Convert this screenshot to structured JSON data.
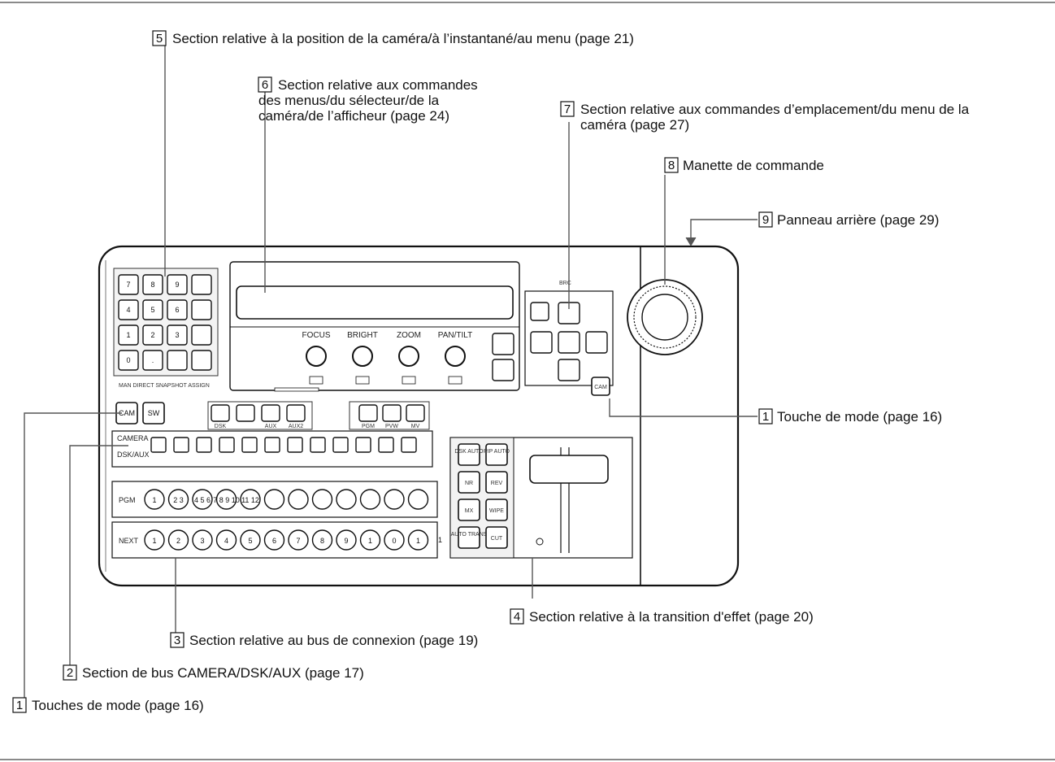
{
  "callouts": {
    "c5": {
      "num": "5",
      "text": "Section relative à la position de la caméra/à l’instantané/au menu (page 21)"
    },
    "c6": {
      "num": "6",
      "lines": [
        "Section relative aux commandes",
        "des menus/du sélecteur/de la",
        "caméra/de l’afficheur (page 24)"
      ]
    },
    "c7": {
      "num": "7",
      "lines": [
        "Section relative aux commandes d’emplacement/du menu de la",
        "caméra (page 27)"
      ]
    },
    "c8": {
      "num": "8",
      "text": "Manette de commande"
    },
    "c9": {
      "num": "9",
      "text": "Panneau arrière (page 29)"
    },
    "c1r": {
      "num": "1",
      "text": "Touche de mode (page 16)"
    },
    "c4": {
      "num": "4",
      "text": "Section relative à la transition d'effet (page 20)"
    },
    "c3": {
      "num": "3",
      "text": "Section relative au bus de connexion (page 19)"
    },
    "c2": {
      "num": "2",
      "text": "Section de bus CAMERA/DSK/AUX (page 17)"
    },
    "c1l": {
      "num": "1",
      "text": "Touches de mode (page 16)"
    }
  },
  "panel": {
    "keypad": [
      "7",
      "8",
      "9",
      "",
      "4",
      "5",
      "6",
      "",
      "1",
      "2",
      "3",
      "",
      "0",
      ".",
      "",
      ""
    ],
    "knobs": [
      "FOCUS",
      "BRIGHT",
      "ZOOM",
      "PAN/TILT"
    ],
    "mode_keys": [
      "CAM",
      "SW"
    ],
    "bus_labels": {
      "camera": "CAMERA",
      "dsk_aux": "DSK/AUX",
      "pgm": "PGM",
      "next": "NEXT"
    },
    "sub_group1": [
      "DSK",
      "",
      "AUX",
      "AUX2"
    ],
    "sub_group2": [
      "PGM",
      "PVW",
      "MV"
    ],
    "pgm_keys": [
      "1",
      "2 3",
      "4 5 6",
      "7 8 9 10",
      "11 12",
      "",
      "",
      "",
      "",
      "",
      "",
      ""
    ],
    "next_keys": [
      "1",
      "2",
      "3",
      "4",
      "5",
      "6",
      "7",
      "8",
      "9",
      "1",
      "0",
      "1"
    ],
    "next_end": "1",
    "transition_keys": [
      "DSK AUTO",
      "PIP AUTO",
      "NR",
      "REV",
      "MX",
      "WIPE",
      "AUTO TRANS",
      "CUT"
    ],
    "rec_key": "CAM"
  }
}
